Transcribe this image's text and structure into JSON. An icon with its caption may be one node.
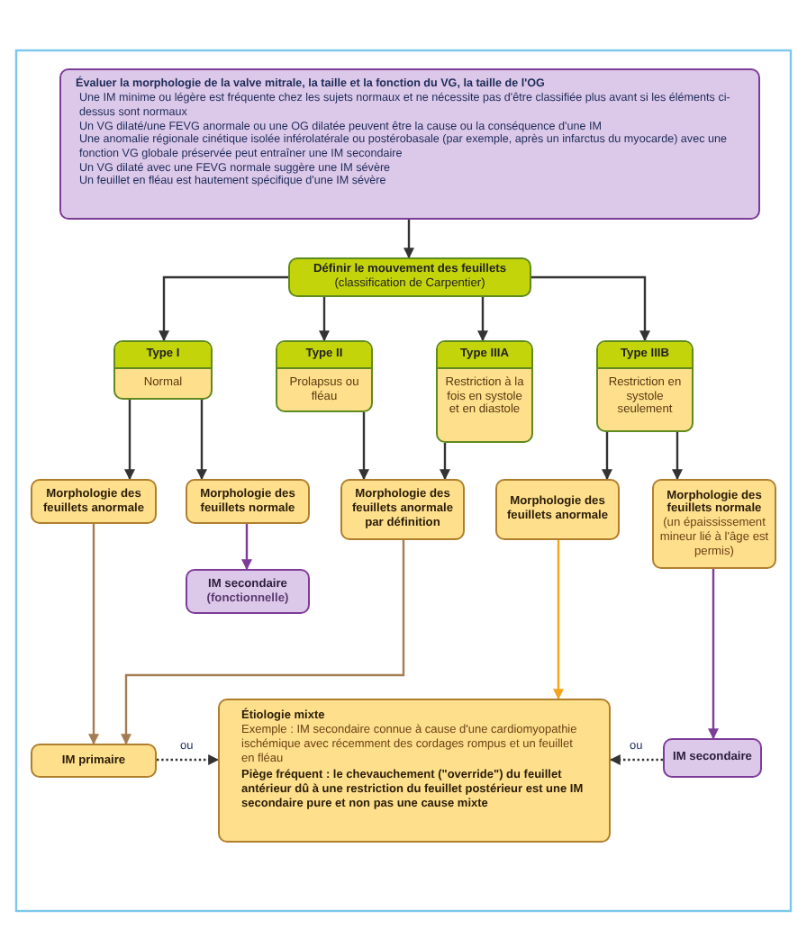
{
  "diagram": {
    "nodes": [
      {
        "text": [
          "Évaluer la morphologie de la valve mitrale, la taille et la fonction du VG, la taille de l'OG",
          "Une IM minime ou légère est fréquente chez les sujets normaux et ne nécessite pas d'être classifiée plus avant si les éléments ci-dessus sont normaux",
          "Un VG dilaté/une FEVG anormale ou une OG dilatée peuvent être la cause ou la conséquence d'une IM",
          "Une anomalie régionale cinétique isolée inférolatérale ou postérobasale (par exemple, après un infarctus du myocarde) avec une fonction VG globale préservée peut entraîner une IM secondaire",
          "Un VG dilaté avec une FEVG normale suggère une IM sévère",
          "Un feuillet en fléau est hautement spécifique d'une IM sévère"
        ]
      },
      {
        "text": [
          "Définir le mouvement des feuillets",
          "(classification de Carpentier)"
        ]
      },
      {
        "text": [
          "Type I",
          "Normal"
        ]
      },
      {
        "text": [
          "Type II",
          "Prolapsus ou fléau"
        ]
      },
      {
        "text": [
          "Type IIIA",
          "Restriction à la fois en systole et en diastole"
        ]
      },
      {
        "text": [
          "Type IIIB",
          "Restriction en systole seulement"
        ]
      },
      {
        "text": [
          "Morphologie des feuillets anormale"
        ]
      },
      {
        "text": [
          "Morphologie des feuillets normale"
        ]
      },
      {
        "text": [
          "Morphologie des feuillets anormale par définition"
        ]
      },
      {
        "text": [
          "Morphologie des feuillets anormale"
        ]
      },
      {
        "text": [
          "Morphologie des feuillets normale",
          "(un épaississement mineur lié à l'âge est permis)"
        ]
      },
      {
        "text": [
          "IM secondaire",
          "(fonctionnelle)"
        ]
      },
      {
        "text": [
          "IM primaire"
        ]
      },
      {
        "text": [
          "Étiologie mixte",
          "Exemple : IM secondaire connue à cause d'une cardiomyopathie ischémique avec récemment des cordages rompus et un feuillet en fléau",
          "Piège fréquent : le chevauchement (\"override\") du feuillet antérieur dû à une restriction du feuillet postérieur est une IM secondaire pure et non pas une cause mixte"
        ]
      },
      {
        "text": [
          "IM secondaire"
        ]
      }
    ],
    "edges": [
      {
        "from": 0,
        "to": 1,
        "arrow": "to"
      },
      {
        "from": 1,
        "to": 2,
        "arrow": "to"
      },
      {
        "from": 1,
        "to": 3,
        "arrow": "to"
      },
      {
        "from": 1,
        "to": 4,
        "arrow": "to"
      },
      {
        "from": 1,
        "to": 5,
        "arrow": "to"
      },
      {
        "from": 2,
        "to": 6,
        "arrow": "to"
      },
      {
        "from": 2,
        "to": 7,
        "arrow": "to"
      },
      {
        "from": 3,
        "to": 8,
        "arrow": "to"
      },
      {
        "from": 4,
        "to": 8,
        "arrow": "to"
      },
      {
        "from": 5,
        "to": 9,
        "arrow": "to"
      },
      {
        "from": 5,
        "to": 10,
        "arrow": "to"
      },
      {
        "from": 7,
        "to": 11,
        "arrow": "to",
        "color": "#7d3c98"
      },
      {
        "from": 6,
        "to": 12,
        "arrow": "to",
        "color": "#a57c52"
      },
      {
        "from": 8,
        "to": 12,
        "arrow": "to",
        "color": "#a57c52"
      },
      {
        "from": 9,
        "to": 13,
        "arrow": "to",
        "color": "#f5a31a"
      },
      {
        "from": 10,
        "to": 14,
        "arrow": "to",
        "color": "#7d3c98"
      },
      {
        "from": 12,
        "to": 13,
        "arrow": "to",
        "label": "ou",
        "style": "dashed"
      },
      {
        "from": 14,
        "to": 13,
        "arrow": "to",
        "label": "ou",
        "style": "dashed"
      }
    ]
  }
}
